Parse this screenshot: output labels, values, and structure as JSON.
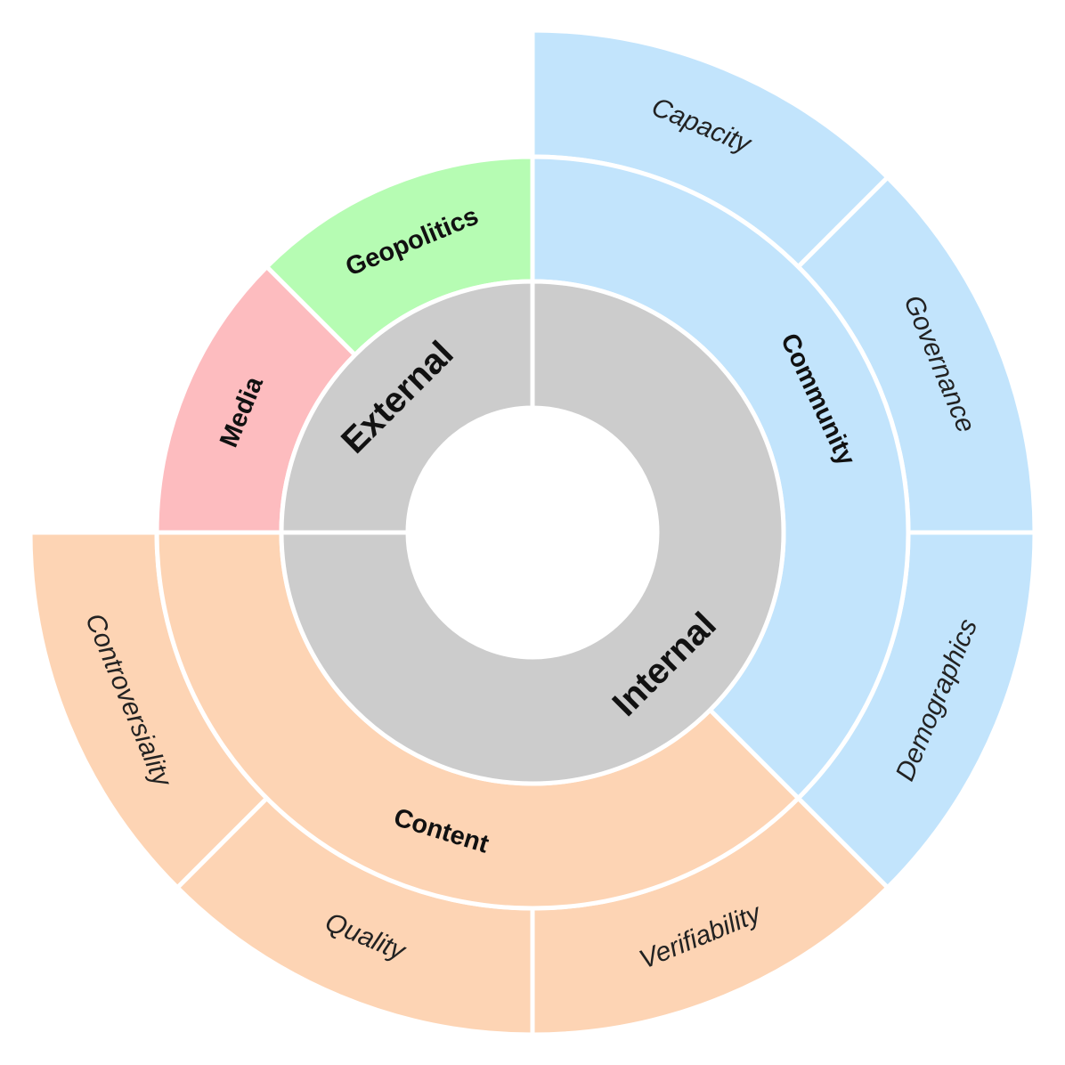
{
  "colors": {
    "inner": "#cccccc",
    "geopolitics": "#b6fcb3",
    "media": "#fdbcbf",
    "community": "#c2e4fc",
    "content": "#fdd4b4",
    "background": "#ffffff"
  },
  "diagram": {
    "inner": [
      {
        "key": "external",
        "label": "External"
      },
      {
        "key": "internal",
        "label": "Internal"
      }
    ],
    "middle": [
      {
        "key": "geopolitics",
        "label": "Geopolitics"
      },
      {
        "key": "media",
        "label": "Media"
      },
      {
        "key": "community",
        "label": "Community"
      },
      {
        "key": "content",
        "label": "Content"
      }
    ],
    "outer": [
      {
        "key": "capacity",
        "label": "Capacity"
      },
      {
        "key": "governance",
        "label": "Governance"
      },
      {
        "key": "demographics",
        "label": "Demographics"
      },
      {
        "key": "verifiability",
        "label": "Verifiability"
      },
      {
        "key": "quality",
        "label": "Quality"
      },
      {
        "key": "controversiality",
        "label": "Controversiality"
      }
    ]
  }
}
